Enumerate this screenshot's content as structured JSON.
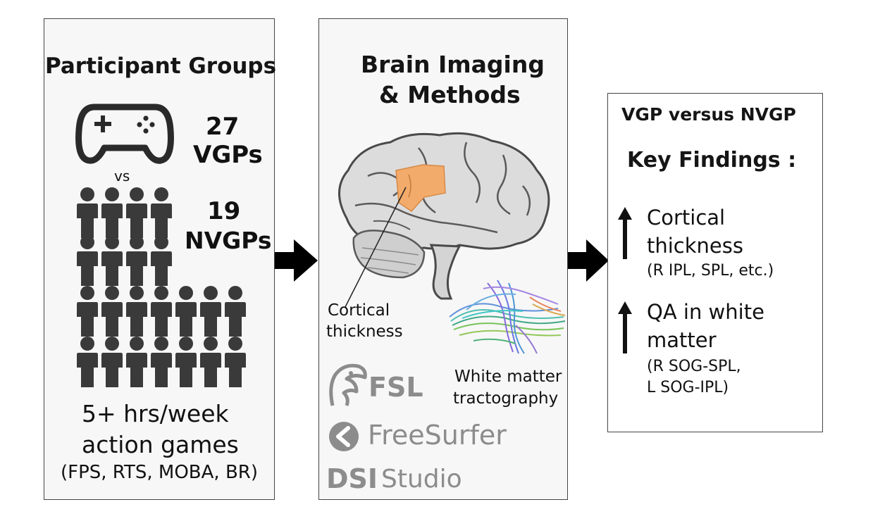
{
  "panel_participants": {
    "title": "Participant Groups",
    "vgp_count": "27",
    "vgp_label": "VGPs",
    "vs_label": "vs",
    "nvgp_count": "19",
    "nvgp_label": "NVGPs",
    "hours_line": "5+ hrs/week",
    "action_line": "action games",
    "genres_line": "(FPS, RTS, MOBA, BR)",
    "icons": [
      "gamepad-icon",
      "person-icon"
    ]
  },
  "panel_methods": {
    "title_line1": "Brain Imaging",
    "title_line2": "& Methods",
    "cortical_line1": "Cortical",
    "cortical_line2": "thickness",
    "wm_line1": "White matter",
    "wm_line2": "tractography",
    "logos": {
      "fsl": "FSL",
      "freesurfer": "FreeSurfer",
      "dsi_bold": "DSI",
      "dsi_studio": "Studio"
    },
    "icons": [
      "brain-icon",
      "tractography-icon",
      "fsl-logo-icon",
      "freesurfer-logo-icon"
    ]
  },
  "panel_findings": {
    "title": "VGP versus NVGP",
    "key_findings": "Key Findings :",
    "finding1_line1": "Cortical",
    "finding1_line2": "thickness",
    "finding1_detail": "(R IPL, SPL, etc.)",
    "finding2_line1": "QA in white",
    "finding2_line2": "matter",
    "finding2_detail1": "(R SOG-SPL,",
    "finding2_detail2": "L SOG-IPL)",
    "icons": [
      "up-arrow-icon"
    ]
  },
  "colors": {
    "panel_bg": "#f7f7f7",
    "border": "#444444",
    "person": "#3a3a3a",
    "highlight": "#f2ab6a",
    "logo_gray": "#8c8c8c",
    "arrow": "#000000"
  }
}
